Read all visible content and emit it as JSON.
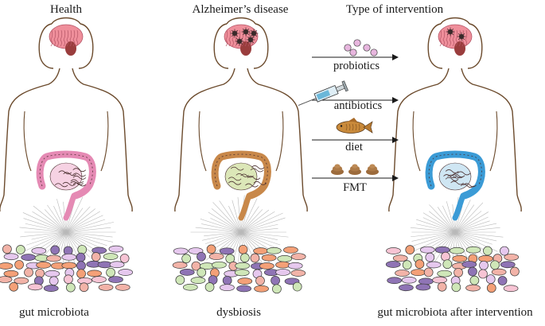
{
  "headers": {
    "health": "Health",
    "alzheimers": "Alzheimer’s disease",
    "intervention": "Type of intervention"
  },
  "footers": {
    "health": "gut microbiota",
    "alzheimers": "dysbiosis",
    "intervention": "gut microbiota after intervention"
  },
  "interventions": [
    {
      "label": "probiotics"
    },
    {
      "label": "antibiotics"
    },
    {
      "label": "diet"
    },
    {
      "label": "FMT"
    }
  ],
  "colors": {
    "outline": "#6b4a2c",
    "brain": "#ef8f9b",
    "gut_health": "#e58ab4",
    "gut_disease": "#c8884a",
    "gut_intervention": "#3b9bd6",
    "orange_bacteria": "#f4a077",
    "pink_bacteria": "#f7c4d4",
    "lilac_bacteria": "#e6c8ee",
    "purple_bacteria": "#8f74b5",
    "green_bacteria": "#cfe7b8",
    "salmon_bacteria": "#f2b3a8"
  }
}
